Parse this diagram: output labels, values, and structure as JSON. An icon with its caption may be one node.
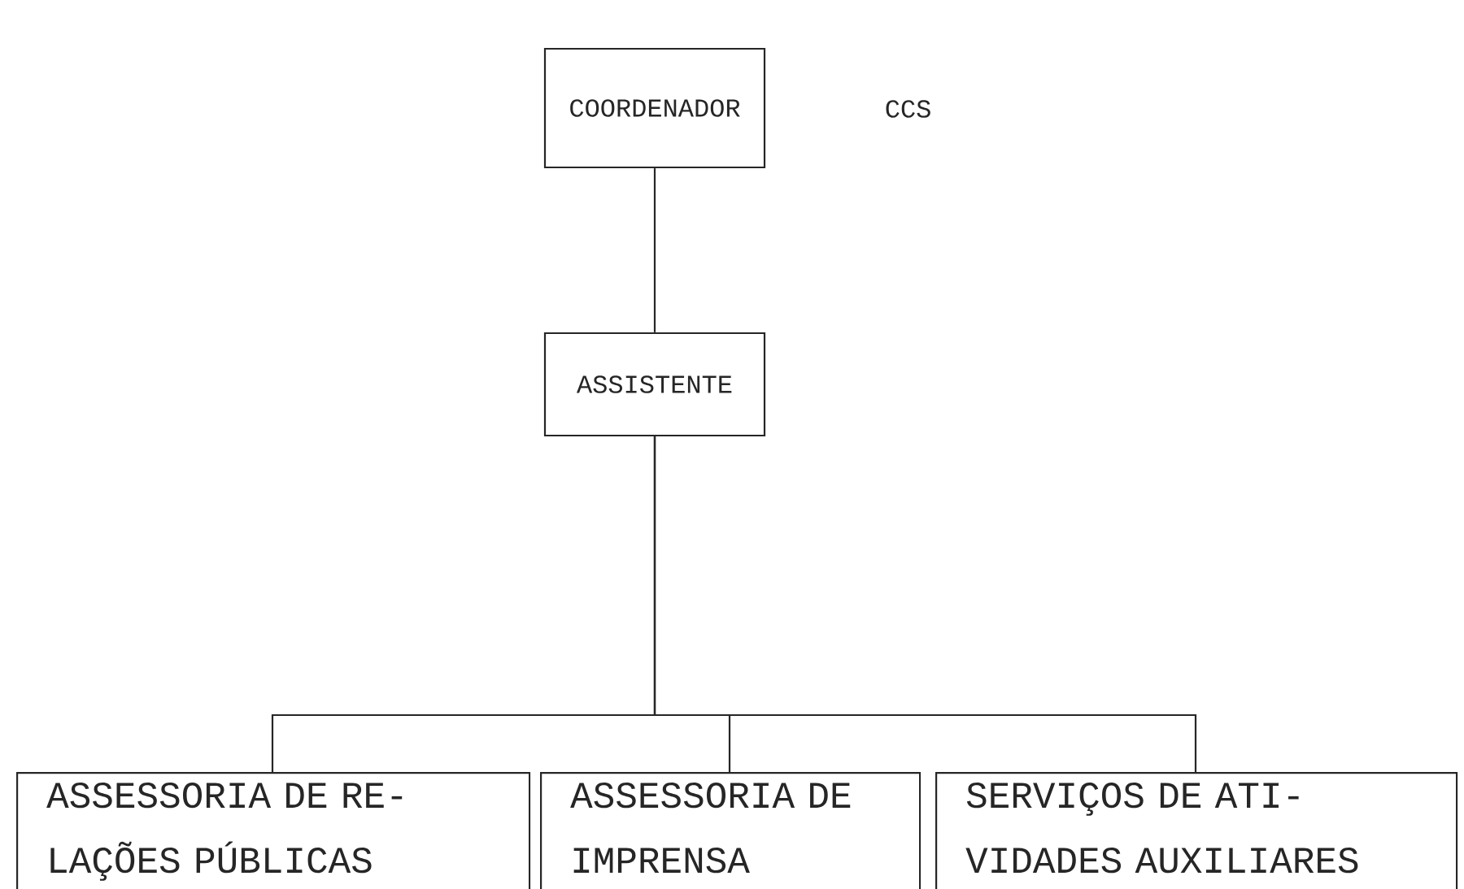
{
  "diagram": {
    "nodes": [
      {
        "text": [
          "COORDENADOR"
        ]
      },
      {
        "text": [
          "ASSISTENTE"
        ]
      },
      {
        "text": [
          "ASSESSORIA DE RE- LAÇÕES PÚBLICAS"
        ]
      },
      {
        "text": [
          "ASSESSORIA DE IMPRENSA"
        ]
      },
      {
        "text": [
          "SERVIÇOS DE ATI- VIDADES AUXILIARES"
        ]
      }
    ],
    "edges": [
      {
        "from": 0,
        "to": 1,
        "arrow": "none"
      },
      {
        "from": 1,
        "to": 2,
        "arrow": "none"
      },
      {
        "from": 1,
        "to": 3,
        "arrow": "none"
      },
      {
        "from": 1,
        "to": 4,
        "arrow": "none"
      }
    ],
    "labels": [
      "CCS"
    ]
  }
}
